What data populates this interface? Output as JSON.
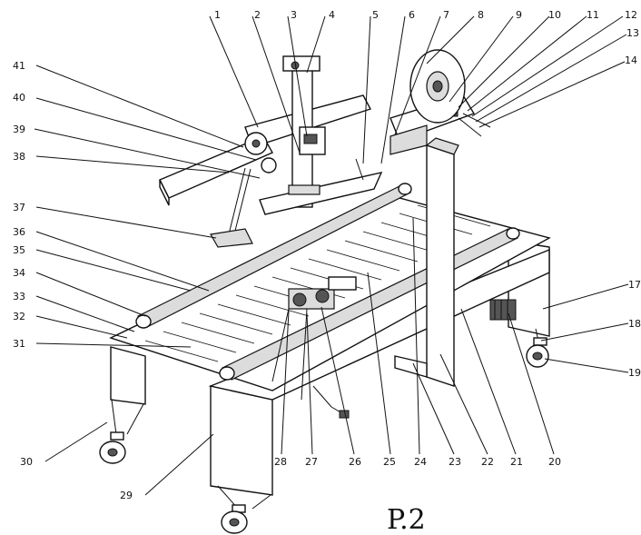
{
  "figure": {
    "page_label": "P.2",
    "callouts_top": [
      {
        "label": "1"
      },
      {
        "label": "2"
      },
      {
        "label": "3"
      },
      {
        "label": "4"
      },
      {
        "label": "5"
      },
      {
        "label": "6"
      },
      {
        "label": "7"
      },
      {
        "label": "8"
      },
      {
        "label": "9"
      },
      {
        "label": "10"
      },
      {
        "label": "11"
      },
      {
        "label": "12"
      },
      {
        "label": "13"
      },
      {
        "label": "14"
      }
    ],
    "callouts_left": [
      {
        "label": "41"
      },
      {
        "label": "40"
      },
      {
        "label": "39"
      },
      {
        "label": "38"
      },
      {
        "label": "37"
      },
      {
        "label": "36"
      },
      {
        "label": "35"
      },
      {
        "label": "34"
      },
      {
        "label": "33"
      },
      {
        "label": "32"
      },
      {
        "label": "31"
      }
    ],
    "callouts_right": [
      {
        "label": "17"
      },
      {
        "label": "18"
      },
      {
        "label": "19"
      }
    ],
    "callouts_bottom": [
      {
        "label": "30"
      },
      {
        "label": "29"
      },
      {
        "label": "28"
      },
      {
        "label": "27"
      },
      {
        "label": "26"
      },
      {
        "label": "25"
      },
      {
        "label": "24"
      },
      {
        "label": "23"
      },
      {
        "label": "22"
      },
      {
        "label": "21"
      },
      {
        "label": "20"
      }
    ]
  }
}
